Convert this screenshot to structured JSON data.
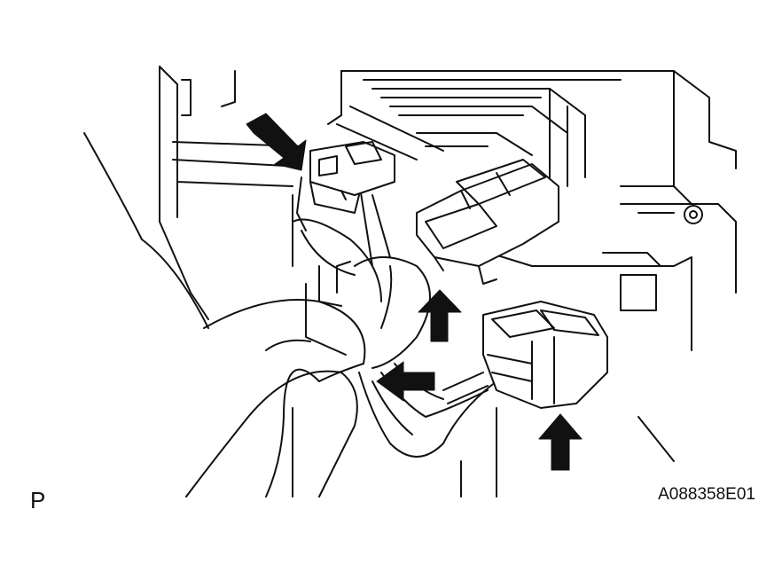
{
  "figure": {
    "corner_letter": "P",
    "code": "A088358E01"
  },
  "style": {
    "line_color": "#111111",
    "fill_color": "#ffffff"
  },
  "callouts": [
    {
      "icon": "arrow-icon",
      "points_to": "upper-left-connector"
    },
    {
      "icon": "arrow-icon",
      "points_to": "center-connector"
    },
    {
      "icon": "arrow-icon",
      "points_to": "lower-connector-release"
    },
    {
      "icon": "arrow-icon",
      "points_to": "right-connector"
    }
  ]
}
